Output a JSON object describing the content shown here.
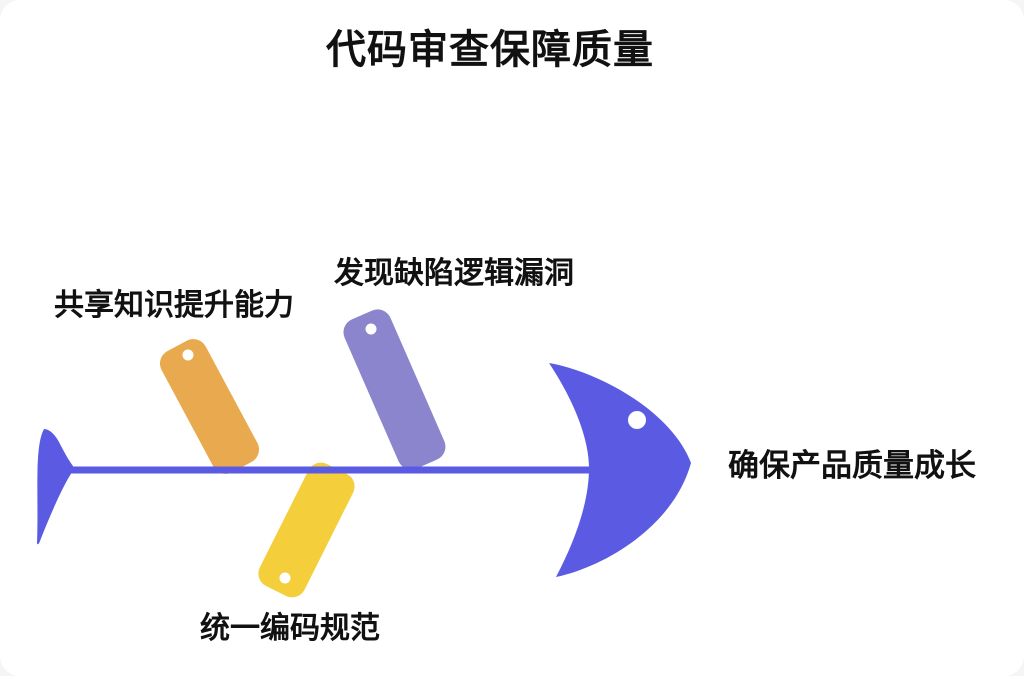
{
  "title": "代码审查保障质量",
  "fishbone": {
    "effect_label": "确保产品质量成长",
    "causes": [
      {
        "label": "共享知识提升能力",
        "position": "top-left",
        "color": "#e9a94e"
      },
      {
        "label": "发现缺陷逻辑漏洞",
        "position": "top-center",
        "color": "#8a85cc"
      },
      {
        "label": "统一编码规范",
        "position": "bottom",
        "color": "#f4cf3b"
      }
    ],
    "colors": {
      "spine": "#5a5be2",
      "head": "#5a5be2",
      "tail": "#5a5be2",
      "eye": "#ffffff",
      "bone_dot": "#ffffff",
      "text": "#111111",
      "background": "#ffffff"
    }
  }
}
